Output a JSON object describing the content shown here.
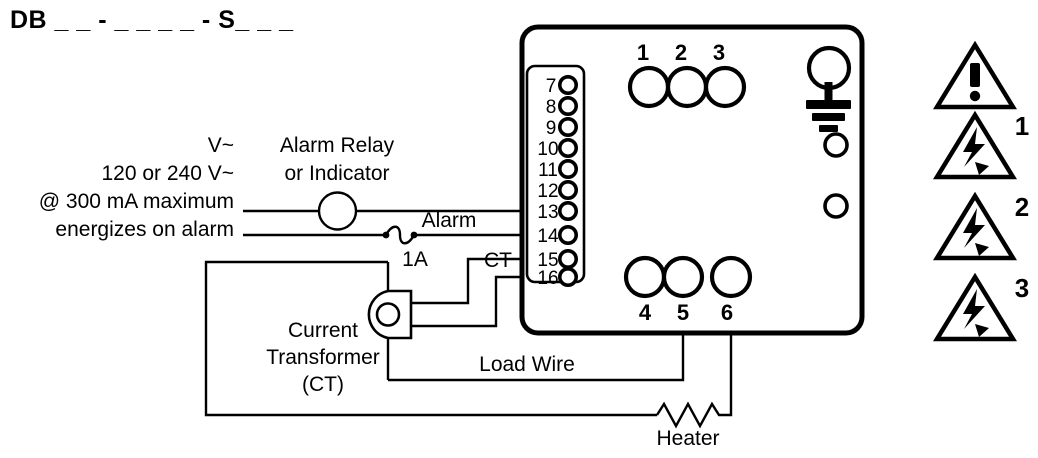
{
  "title": "DB _ _ - _ _ _ _ - S_ _ _",
  "left_annotations": {
    "line1": "V~",
    "line2": "120 or 240 V~",
    "line3": "@ 300 mA maximum",
    "line4": "energizes on alarm"
  },
  "components": {
    "alarm_relay_label_line1": "Alarm Relay",
    "alarm_relay_label_line2": "or Indicator",
    "fuse_label": "1A",
    "alarm_wire_label": "Alarm",
    "ct_wire_label": "CT",
    "current_transformer_line1": "Current",
    "current_transformer_line2": "Transformer",
    "current_transformer_line3": "(CT)",
    "load_wire_label": "Load Wire",
    "heater_label": "Heater"
  },
  "device": {
    "top_terminals": [
      "1",
      "2",
      "3"
    ],
    "bottom_terminals": [
      "4",
      "5",
      "6"
    ],
    "strip_terminals": [
      "7",
      "8",
      "9",
      "10",
      "11",
      "12",
      "13",
      "14",
      "15",
      "16"
    ],
    "ground_icon": "earth-ground-icon"
  },
  "warnings": [
    {
      "icon": "warning-exclamation-triangle-icon",
      "number": ""
    },
    {
      "icon": "warning-lightning-triangle-icon",
      "number": "1"
    },
    {
      "icon": "warning-lightning-triangle-icon",
      "number": "2"
    },
    {
      "icon": "warning-lightning-triangle-icon",
      "number": "3"
    }
  ],
  "colors": {
    "ink": "#000000",
    "paper": "#ffffff"
  }
}
